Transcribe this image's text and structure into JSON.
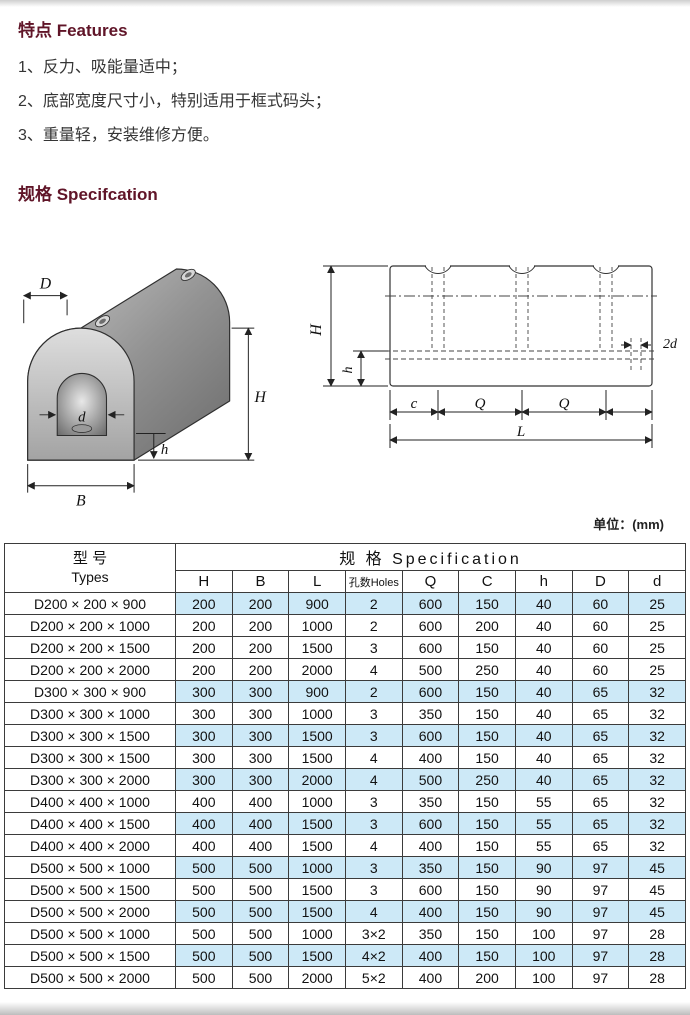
{
  "features": {
    "title": "特点 Features",
    "items": [
      "1、反力、吸能量适中；",
      "2、底部宽度尺寸小，特别适用于框式码头；",
      "3、重量轻，安装维修方便。"
    ]
  },
  "spec_section": {
    "title": "规格 Specifcation"
  },
  "unit_label": "单位：(mm)",
  "diagram_left": {
    "dim_D": "D",
    "dim_d": "d",
    "dim_H": "H",
    "dim_h": "h",
    "dim_B": "B"
  },
  "diagram_right": {
    "dim_H": "H",
    "dim_h": "h",
    "dim_2d": "2d",
    "dim_c": "c",
    "dim_Q1": "Q",
    "dim_Q2": "Q",
    "dim_L": "L"
  },
  "colors": {
    "heading": "#601528",
    "row_highlight": "#cde9f7",
    "table_border": "#3b3b3b"
  },
  "table": {
    "type_header_line1": "型 号",
    "type_header_line2": "Types",
    "spec_header": "规 格 Specification",
    "columns": [
      "H",
      "B",
      "L",
      "孔数Holes",
      "Q",
      "C",
      "h",
      "D",
      "d"
    ],
    "rows": [
      {
        "type": "D200 × 200 × 900",
        "values": [
          "200",
          "200",
          "900",
          "2",
          "600",
          "150",
          "40",
          "60",
          "25"
        ],
        "highlight": true
      },
      {
        "type": "D200 × 200 × 1000",
        "values": [
          "200",
          "200",
          "1000",
          "2",
          "600",
          "200",
          "40",
          "60",
          "25"
        ],
        "highlight": false
      },
      {
        "type": "D200 × 200 × 1500",
        "values": [
          "200",
          "200",
          "1500",
          "3",
          "600",
          "150",
          "40",
          "60",
          "25"
        ],
        "highlight": false
      },
      {
        "type": "D200 × 200 × 2000",
        "values": [
          "200",
          "200",
          "2000",
          "4",
          "500",
          "250",
          "40",
          "60",
          "25"
        ],
        "highlight": false
      },
      {
        "type": "D300 × 300 × 900",
        "values": [
          "300",
          "300",
          "900",
          "2",
          "600",
          "150",
          "40",
          "65",
          "32"
        ],
        "highlight": true
      },
      {
        "type": "D300 × 300 × 1000",
        "values": [
          "300",
          "300",
          "1000",
          "3",
          "350",
          "150",
          "40",
          "65",
          "32"
        ],
        "highlight": false
      },
      {
        "type": "D300 × 300 × 1500",
        "values": [
          "300",
          "300",
          "1500",
          "3",
          "600",
          "150",
          "40",
          "65",
          "32"
        ],
        "highlight": true
      },
      {
        "type": "D300 × 300 × 1500",
        "values": [
          "300",
          "300",
          "1500",
          "4",
          "400",
          "150",
          "40",
          "65",
          "32"
        ],
        "highlight": false
      },
      {
        "type": "D300 × 300 × 2000",
        "values": [
          "300",
          "300",
          "2000",
          "4",
          "500",
          "250",
          "40",
          "65",
          "32"
        ],
        "highlight": true
      },
      {
        "type": "D400 × 400 × 1000",
        "values": [
          "400",
          "400",
          "1000",
          "3",
          "350",
          "150",
          "55",
          "65",
          "32"
        ],
        "highlight": false
      },
      {
        "type": "D400 × 400 × 1500",
        "values": [
          "400",
          "400",
          "1500",
          "3",
          "600",
          "150",
          "55",
          "65",
          "32"
        ],
        "highlight": true
      },
      {
        "type": "D400 × 400 × 2000",
        "values": [
          "400",
          "400",
          "1500",
          "4",
          "400",
          "150",
          "55",
          "65",
          "32"
        ],
        "highlight": false
      },
      {
        "type": "D500 × 500 × 1000",
        "values": [
          "500",
          "500",
          "1000",
          "3",
          "350",
          "150",
          "90",
          "97",
          "45"
        ],
        "highlight": true
      },
      {
        "type": "D500 × 500 × 1500",
        "values": [
          "500",
          "500",
          "1500",
          "3",
          "600",
          "150",
          "90",
          "97",
          "45"
        ],
        "highlight": false
      },
      {
        "type": "D500 × 500 × 2000",
        "values": [
          "500",
          "500",
          "1500",
          "4",
          "400",
          "150",
          "90",
          "97",
          "45"
        ],
        "highlight": true
      },
      {
        "type": "D500 × 500 × 1000",
        "values": [
          "500",
          "500",
          "1000",
          "3×2",
          "350",
          "150",
          "100",
          "97",
          "28"
        ],
        "highlight": false
      },
      {
        "type": "D500 × 500 × 1500",
        "values": [
          "500",
          "500",
          "1500",
          "4×2",
          "400",
          "150",
          "100",
          "97",
          "28"
        ],
        "highlight": true
      },
      {
        "type": "D500 × 500 × 2000",
        "values": [
          "500",
          "500",
          "2000",
          "5×2",
          "400",
          "200",
          "100",
          "97",
          "28"
        ],
        "highlight": false
      }
    ]
  }
}
